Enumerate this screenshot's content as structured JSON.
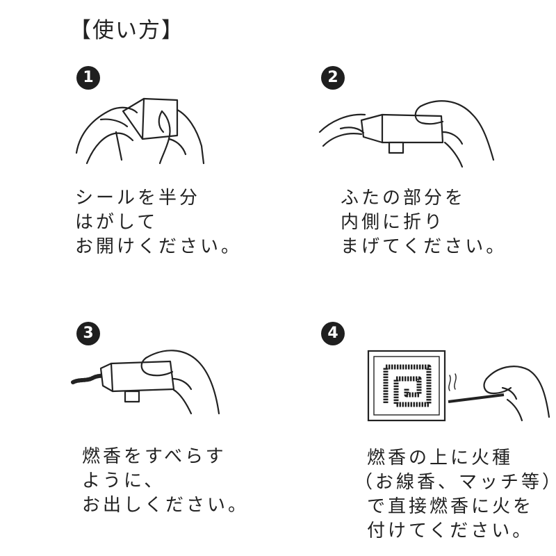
{
  "title": "【使い方】",
  "steps": [
    {
      "number": "1",
      "lines": [
        "シールを半分",
        "はがして",
        "お開けください。"
      ]
    },
    {
      "number": "2",
      "lines": [
        "ふたの部分を",
        "内側に折り",
        "まげてください。"
      ]
    },
    {
      "number": "3",
      "lines": [
        "燃香をすべらす",
        "ように、",
        "お出しください。"
      ]
    },
    {
      "number": "4",
      "lines": [
        "燃香の上に火種",
        "（お線香、マッチ等）",
        "で直接燃香に火を",
        "付けてください。"
      ]
    }
  ],
  "icons": [
    "peel-seal-hands-illustration",
    "fold-lid-hands-illustration",
    "slide-out-incense-illustration",
    "light-incense-illustration"
  ],
  "colors": {
    "ink": "#1f1f1f",
    "background": "#ffffff"
  }
}
